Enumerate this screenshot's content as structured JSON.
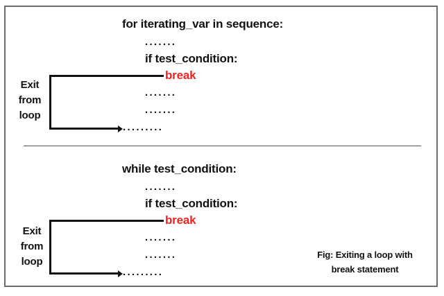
{
  "figure": {
    "for_block": {
      "header": "for iterating_var in sequence:",
      "dots_before": ".......",
      "condition": "if test_condition:",
      "break_label": "break",
      "dots_after_1": ".......",
      "dots_after_2": ".......",
      "exit_dots": ".........",
      "exit_label": [
        "Exit",
        "from",
        "loop"
      ]
    },
    "while_block": {
      "header": "while test_condition:",
      "dots_before": ".......",
      "condition": "if test_condition:",
      "break_label": "break",
      "dots_after_1": ".......",
      "dots_after_2": ".......",
      "exit_dots": ".........",
      "exit_label": [
        "Exit",
        "from",
        "loop"
      ]
    },
    "caption": [
      "Fig: Exiting a loop with",
      "break statement"
    ],
    "colors": {
      "break": "#ee2222",
      "text": "#111111",
      "border": "#6b6b6b"
    }
  }
}
